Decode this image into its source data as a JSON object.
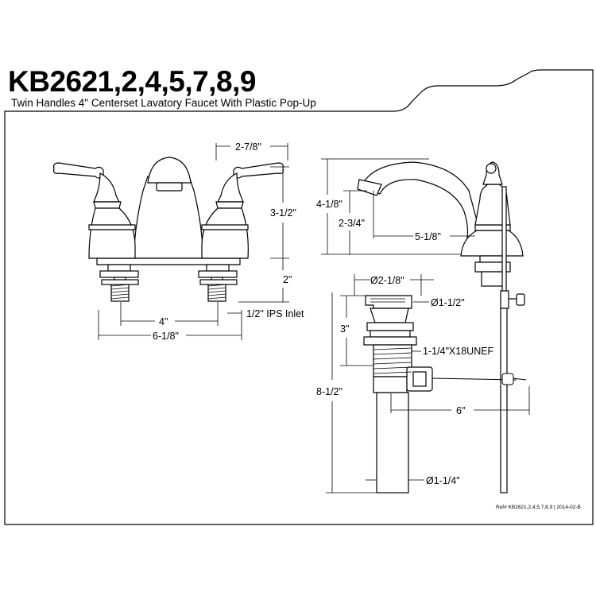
{
  "header": {
    "model": "KB2621,2,4,5,7,8,9",
    "description": "Twin Handles 4\" Centerset Lavatory Faucet With Plastic Pop-Up"
  },
  "front_view": {
    "spread_width": "2-7/8\"",
    "height": "3-1/2\"",
    "shank_length": "2\"",
    "center": "4\"",
    "base_width": "6-1/8\"",
    "inlet": "1/2\" IPS Inlet"
  },
  "side_view": {
    "total_height": "4-1/8\"",
    "spout_height": "2-3/4\"",
    "spout_reach": "5-1/8\""
  },
  "drain": {
    "flange_diameter": "Ø2-1/8\"",
    "opening_diameter": "Ø1-1/2\"",
    "flange_depth": "3\"",
    "thread": "1-1/4\"X18UNEF",
    "total_length": "8-1/2\"",
    "rod_length": "6\"",
    "tailpiece_diameter": "Ø1-1/4\""
  },
  "footer": {
    "reference": "Ref# KB2621,2,4,5,7,8,9 | 2014-02-B"
  },
  "colors": {
    "line": "#000000",
    "background": "#ffffff"
  }
}
